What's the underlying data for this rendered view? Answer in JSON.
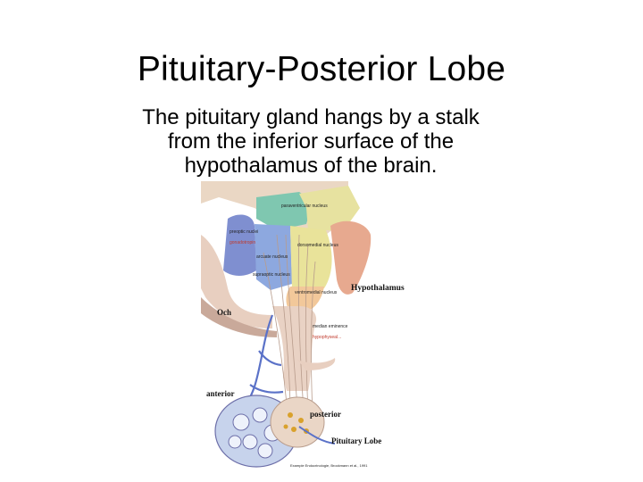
{
  "slide": {
    "title": "Pituitary-Posterior Lobe",
    "body_lines": [
      "The pituitary gland hangs by a stalk",
      "from the inferior surface of the",
      "hypothalamus of the brain."
    ]
  },
  "figure": {
    "labels": {
      "paraventricular": "paraventricular nucleus",
      "preoptic": "preoptic nuclei",
      "preoptic_red": "gonadotropin",
      "dorsomedial": "dorsomedial nucleus",
      "arcuate": "arcuate nucleus",
      "supraoptic": "supraoptic nucleus",
      "hypothalamus": "Hypothalamus",
      "ventromedial": "ventromedial nucleus",
      "och": "Och",
      "median": "median eminence",
      "median_red": "hypophyseal...",
      "anterior": "anterior",
      "posterior": "posterior",
      "pituitary": "Pituitary Lobe",
      "credit": "Example Endocrinologie, Brockmann et al., 1991"
    }
  }
}
